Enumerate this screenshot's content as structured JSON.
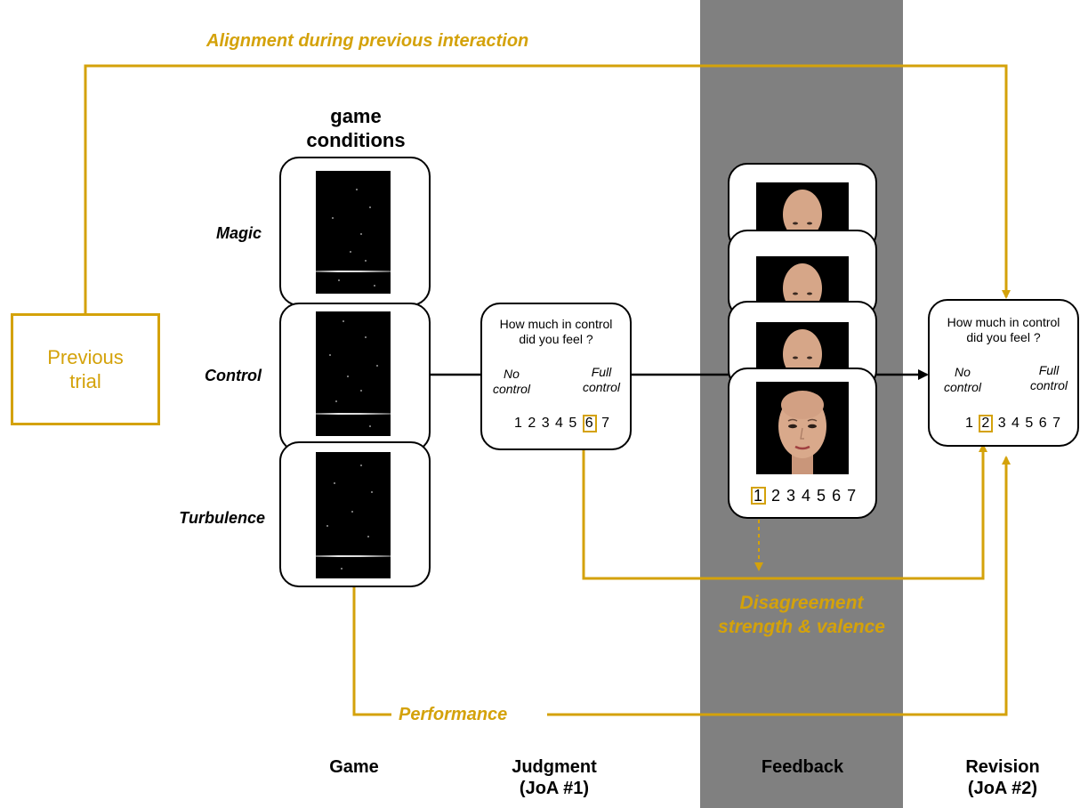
{
  "labels": {
    "alignment": "Alignment during previous interaction",
    "previous_trial": "Previous\ntrial",
    "game_conditions": "game\nconditions",
    "condition_magic": "Magic",
    "condition_control": "Control",
    "condition_turbulence": "Turbulence",
    "disagreement": "Disagreement\nstrength & valence",
    "performance": "Performance"
  },
  "judgment_card": {
    "question": "How much in control\ndid you feel  ?",
    "anchor_low": "No\ncontrol",
    "anchor_high": "Full\ncontrol",
    "scale_before": "1 2 3 4 5 ",
    "scale_selected": "6",
    "scale_after": " 7"
  },
  "feedback_card": {
    "scale_selected": "1",
    "scale_after": " 2 3 4 5 6 7"
  },
  "revision_card": {
    "question": "How much in control\ndid you feel  ?",
    "anchor_low": "No\ncontrol",
    "anchor_high": "Full\ncontrol",
    "scale_before": "1 ",
    "scale_selected": "2",
    "scale_after": " 3 4 5 6 7"
  },
  "stages": {
    "game": "Game",
    "judgment": "Judgment\n(JoA #1)",
    "feedback": "Feedback",
    "revision": "Revision\n(JoA #2)"
  },
  "colors": {
    "accent_gold": "#d4a20a",
    "feedback_band": "#808080"
  }
}
